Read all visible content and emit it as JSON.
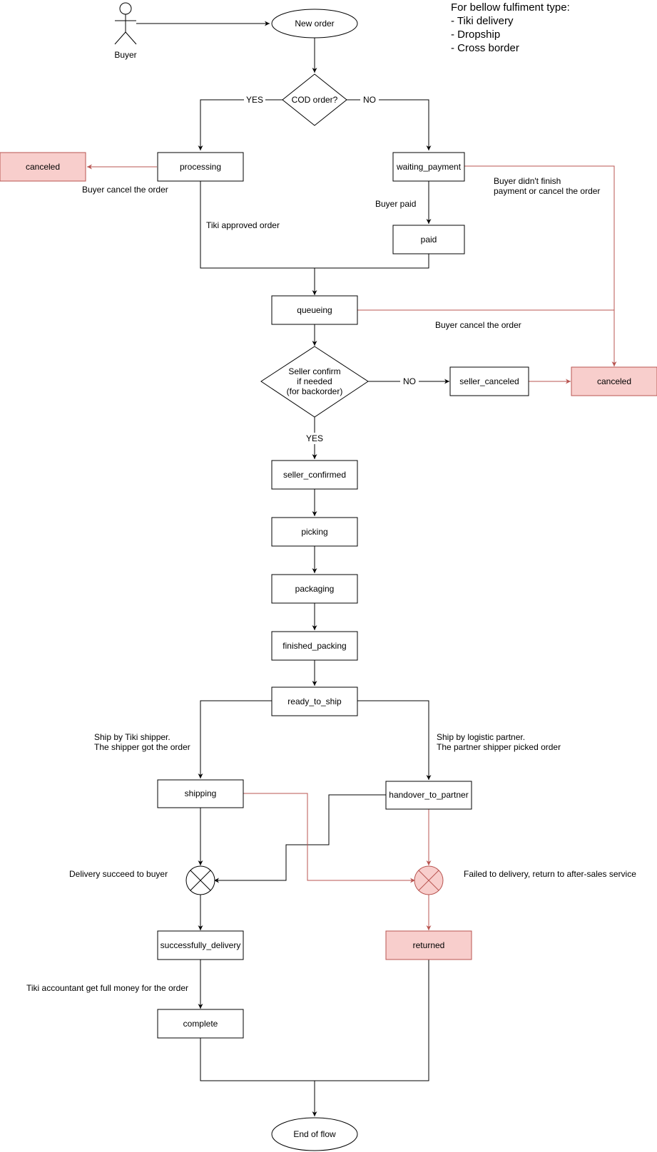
{
  "colors": {
    "line": "#000000",
    "cancel_line": "#b85450",
    "cancel_fill": "#f8cecc",
    "box_fill": "#ffffff"
  },
  "actor": {
    "label": "Buyer",
    "icon": "stick-figure-icon"
  },
  "note": {
    "title": "For bellow fulfiment type:",
    "items": [
      "- Tiki delivery",
      "- Dropship",
      "- Cross border"
    ]
  },
  "nodes": {
    "new_order": "New order",
    "cod_order": "COD order?",
    "processing": "processing",
    "canceled_left": "canceled",
    "waiting_payment": "waiting_payment",
    "paid": "paid",
    "queueing": "queueing",
    "seller_confirm": [
      "Seller confirm",
      "if needed",
      "(for backorder)"
    ],
    "seller_canceled": "seller_canceled",
    "canceled_right": "canceled",
    "seller_confirmed": "seller_confirmed",
    "picking": "picking",
    "packaging": "packaging",
    "finished_packing": "finished_packing",
    "ready_to_ship": "ready_to_ship",
    "shipping": "shipping",
    "handover_to_partner": "handover_to_partner",
    "successfully_delivery": "successfully_delivery",
    "returned": "returned",
    "complete": "complete",
    "end_of_flow": "End of flow"
  },
  "edge_labels": {
    "yes_cod": "YES",
    "no_cod": "NO",
    "no_seller": "NO",
    "yes_seller": "YES"
  },
  "annotations": {
    "buyer_cancel_left": "Buyer cancel the order",
    "tiki_approved": "Tiki approved order",
    "buyer_paid": "Buyer paid",
    "buyer_didnt_finish": [
      "Buyer didn't finish",
      "payment or cancel the order"
    ],
    "buyer_cancel_queue": "Buyer cancel the order",
    "ship_by_tiki": [
      "Ship by Tiki shipper.",
      "The shipper got the order"
    ],
    "ship_by_partner": [
      "Ship by logistic partner.",
      "The partner shipper picked order"
    ],
    "delivery_succeed": "Delivery succeed to buyer",
    "failed_delivery": "Failed to delivery, return to after-sales service",
    "tiki_accountant": "Tiki accountant get full money for the order"
  }
}
